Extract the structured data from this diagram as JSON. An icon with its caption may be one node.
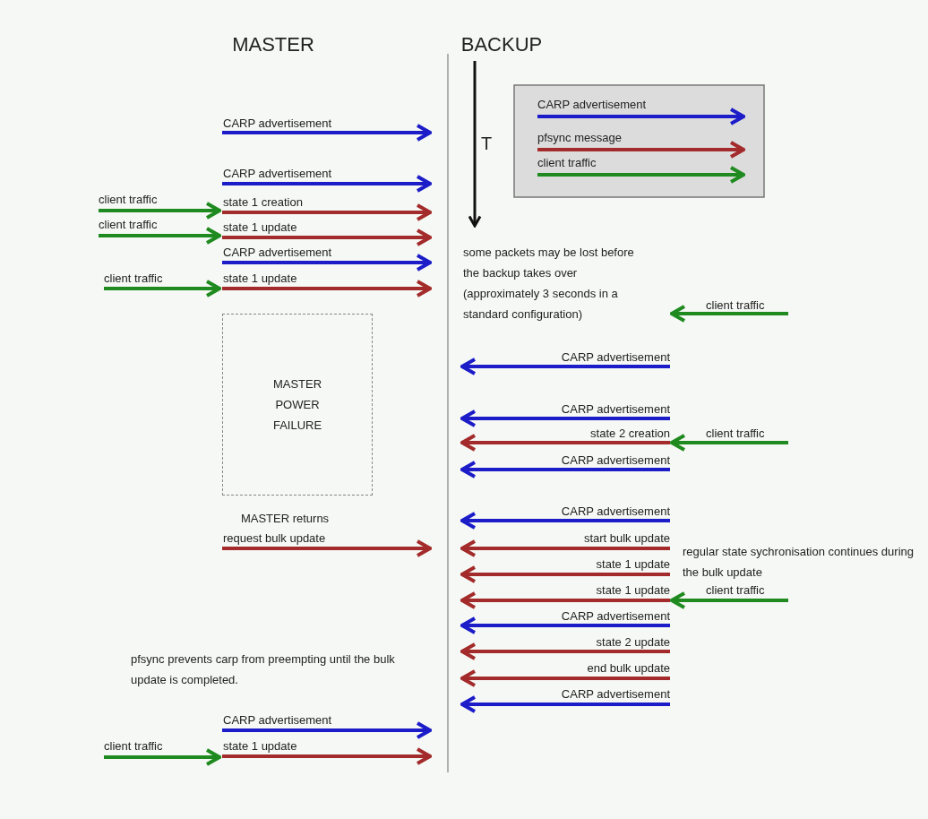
{
  "diagram": {
    "nodes": [
      {
        "text": [
          "MASTER POWER FAILURE"
        ]
      }
    ],
    "edges": [],
    "labels": [
      "MASTER",
      "BACKUP",
      "T",
      "CARP advertisement",
      "CARP advertisement",
      "client traffic",
      "state 1 creation",
      "client traffic",
      "state 1 update",
      "CARP advertisement",
      "some packets may be lost before the backup takes over (approximately 3 seconds in a standard configuration)",
      "client traffic",
      "state 1 update",
      "client traffic",
      "CARP advertisement",
      "CARP advertisement",
      "state 2 creation",
      "client traffic",
      "CARP advertisement",
      "CARP advertisement",
      "MASTER returns",
      "request bulk update",
      "start bulk update",
      "regular state sychronisation continues during the bulk update",
      "state 1 update",
      "state 1 update",
      "client traffic",
      "CARP advertisement",
      "state 2 update",
      "pfsync prevents carp from preempting until the bulk update is completed.",
      "end bulk update",
      "CARP advertisement",
      "CARP advertisement",
      "client traffic",
      "state 1 update"
    ],
    "legend": [
      {
        "text": "CARP advertisement"
      },
      {
        "text": "pfsync message"
      },
      {
        "text": "client traffic"
      }
    ]
  }
}
